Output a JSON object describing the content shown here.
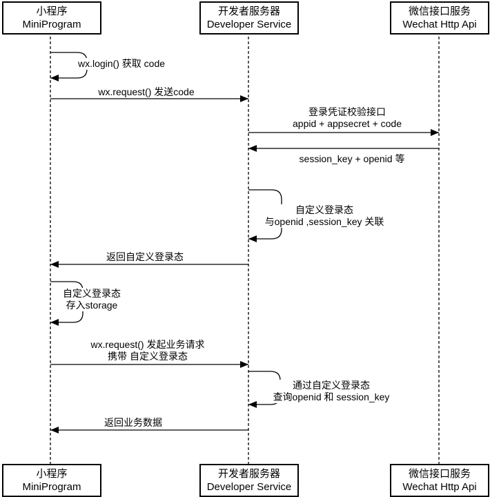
{
  "title": "WeChat Mini Program login sequence diagram",
  "colors": {
    "background": "#ffffff",
    "stroke": "#000000",
    "text": "#000000"
  },
  "actors": [
    {
      "id": "miniprogram",
      "line1": "小程序",
      "line2": "MiniProgram"
    },
    {
      "id": "developer-service",
      "line1": "开发者服务器",
      "line2": "Developer Service"
    },
    {
      "id": "wechat-api",
      "line1": "微信接口服务",
      "line2": "Wechat Http Api"
    }
  ],
  "messages": [
    {
      "kind": "self",
      "actor": "miniprogram",
      "label": "wx.login() 获取 code"
    },
    {
      "kind": "message",
      "from": "miniprogram",
      "to": "developer-service",
      "label": "wx.request() 发送code"
    },
    {
      "kind": "message",
      "from": "developer-service",
      "to": "wechat-api",
      "label1": "登录凭证校验接口",
      "label2": "appid + appsecret + code"
    },
    {
      "kind": "message",
      "from": "wechat-api",
      "to": "developer-service",
      "label": "session_key + openid 等"
    },
    {
      "kind": "self",
      "actor": "developer-service",
      "label1": "自定义登录态",
      "label2": "与openid ,session_key 关联"
    },
    {
      "kind": "message",
      "from": "developer-service",
      "to": "miniprogram",
      "label": "返回自定义登录态"
    },
    {
      "kind": "self",
      "actor": "miniprogram",
      "label1": "自定义登录态",
      "label2": "存入storage"
    },
    {
      "kind": "message",
      "from": "miniprogram",
      "to": "developer-service",
      "label1": "wx.request() 发起业务请求",
      "label2": "携带 自定义登录态"
    },
    {
      "kind": "self",
      "actor": "developer-service",
      "label1": "通过自定义登录态",
      "label2": "查询openid 和 session_key"
    },
    {
      "kind": "message",
      "from": "developer-service",
      "to": "miniprogram",
      "label": "返回业务数据"
    }
  ]
}
